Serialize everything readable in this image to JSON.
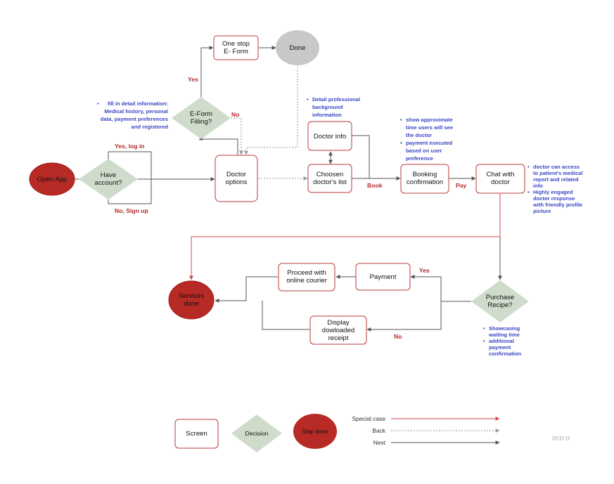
{
  "colors": {
    "screen_border": "#b83a3a",
    "decision_fill": "#cfdccb",
    "step_done_fill": "#b72a26",
    "done_fill": "#c8c8c8",
    "next_line": "#555555",
    "special_line": "#c94a4a",
    "back_line": "#9a9a9a",
    "edge_label": "#b52a2a",
    "note_text": "#3a47c4"
  },
  "nodes": {
    "open_app": "Open App",
    "have_account": [
      "Have",
      "account?"
    ],
    "eform_filling": [
      "E-Form",
      "Filling?"
    ],
    "one_stop_eform": [
      "One stop",
      "E- Form"
    ],
    "done": "Done",
    "doctor_options": [
      "Doctor",
      "options"
    ],
    "doctor_info": "Doctor info",
    "chosen_list": [
      "Choosen",
      "doctor's list"
    ],
    "booking": [
      "Booking",
      "confirmation"
    ],
    "chat": [
      "Chat with",
      "doctor"
    ],
    "services_done": [
      "Services",
      "done"
    ],
    "proceed_courier": [
      "Proceed with",
      "online courier"
    ],
    "payment": "Payment",
    "purchase_recipe": [
      "Purchase",
      "Recipe?"
    ],
    "display_receipt": [
      "Display",
      "dowloaded",
      "receipt"
    ]
  },
  "edge_labels": {
    "yes_login": "Yes, log in",
    "no_signup": "No, Sign up",
    "yes_eform": "Yes",
    "no_eform": "No",
    "book": "Book",
    "pay": "Pay",
    "yes_purchase": "Yes",
    "no_purchase": "No"
  },
  "notes": {
    "eform": [
      "fill in detail information:",
      "Medical history, personal",
      "data, payment preferences",
      "and registered"
    ],
    "doctor_info": [
      "Detail professional",
      "background",
      "information"
    ],
    "booking": [
      [
        "show approximate",
        "time users will see",
        "the doctor"
      ],
      [
        "payment executed",
        "based on user",
        "preference"
      ]
    ],
    "chat": [
      [
        "doctor can access",
        "to patient's medical",
        "report and related",
        "info"
      ],
      [
        "Highly engaged",
        "doctor response",
        "with friendly profile",
        "picture"
      ]
    ],
    "purchase": [
      [
        "Showcasing",
        "waiting time"
      ],
      [
        "additional",
        "payment",
        "confirmation"
      ]
    ]
  },
  "legend": {
    "screen": "Screen",
    "decision": "Decision",
    "step_done": "Step done",
    "special_case": "Special case",
    "back": "Back",
    "next": "Next"
  },
  "watermark": "miro"
}
